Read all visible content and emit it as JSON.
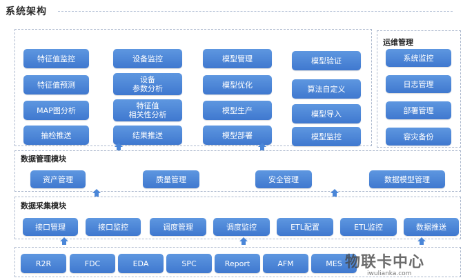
{
  "title": "系统架构",
  "app_modules": [
    "特征值监控",
    "设备监控",
    "模型管理",
    "模型验证",
    "特征值预测",
    "设备\n参数分析",
    "模型优化",
    "算法自定义",
    "MAP图分析",
    "特征值\n相关性分析",
    "模型生产",
    "模型导入",
    "抽检推送",
    "结果推送",
    "模型部署",
    "模型监控"
  ],
  "ops": {
    "title": "运维管理",
    "items": [
      "系统监控",
      "日志管理",
      "部署管理",
      "容灾备份"
    ]
  },
  "data_mgmt": {
    "title": "数据管理模块",
    "items": [
      "资产管理",
      "质量管理",
      "安全管理",
      "数据模型管理"
    ]
  },
  "data_collect": {
    "title": "数据采集模块",
    "items": [
      "接口管理",
      "接口监控",
      "调度管理",
      "调度监控",
      "ETL配置",
      "ETL监控",
      "数据推送"
    ]
  },
  "sources": [
    "R2R",
    "FDC",
    "EDA",
    "SPC",
    "Report",
    "AFM",
    "MES"
  ],
  "watermark": "物联卡中心",
  "watermark_sub": "iwulianka.com"
}
